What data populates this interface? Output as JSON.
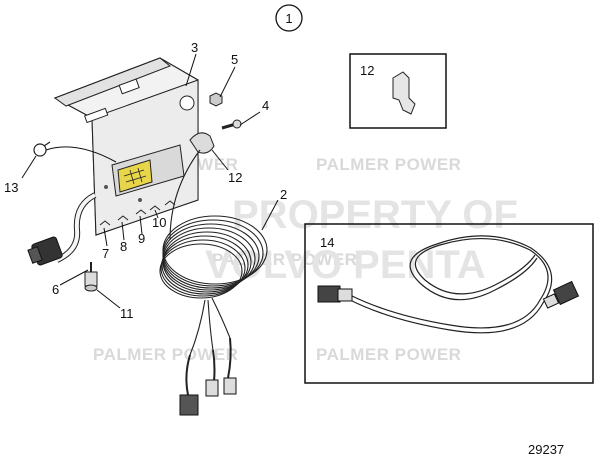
{
  "diagram": {
    "group_marker": "1",
    "figure_number": "29237",
    "part_labels": {
      "p2": "2",
      "p3": "3",
      "p4": "4",
      "p5": "5",
      "p6": "6",
      "p7": "7",
      "p8": "8",
      "p9": "9",
      "p10": "10",
      "p11": "11",
      "p12": "12",
      "p13": "13",
      "p14": "14"
    },
    "inset_labels": {
      "inset12": "12",
      "inset14": "14"
    },
    "watermarks": {
      "palmer_1": "PALMER POWER",
      "palmer_2": "PALMER POWER",
      "palmer_3": "PALMER POWER",
      "palmer_4": "PALMER POWER",
      "palmer_5": "PALMER POWER",
      "property_line1": "PROPERTY OF",
      "property_line2": "VOLVO PENTA"
    }
  }
}
